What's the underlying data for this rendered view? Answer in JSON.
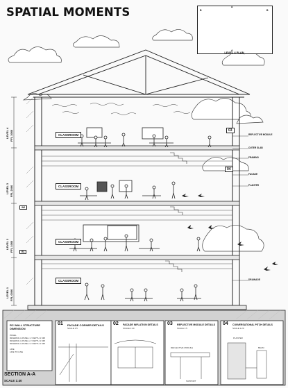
{
  "title": "SPATIAL MOMENTS",
  "key_plan": {
    "label": "LEVEL 4 PLAN",
    "marks": [
      "B",
      "A",
      "A",
      "B"
    ]
  },
  "levels": [
    {
      "id": "level-4",
      "label": "LEVEL 4",
      "ffl": "FFL 3000"
    },
    {
      "id": "level-3",
      "label": "LEVEL 3",
      "ffl": "FFL 2000"
    },
    {
      "id": "level-2",
      "label": "LEVEL 2",
      "ffl": "FFL 1000"
    },
    {
      "id": "level-1",
      "label": "LEVEL 1",
      "ffl": "FFL 0000"
    }
  ],
  "datum_tags": [
    "W2",
    "R1"
  ],
  "classroom_label": "CLASSROOM",
  "callouts": [
    {
      "num": "03",
      "label": "REFLECTIVE MODULE"
    },
    {
      "num": "04",
      "label": "OUTER SLAB"
    },
    {
      "label": "FRAMING"
    },
    {
      "label": "FACADE"
    },
    {
      "label": "PLANTER"
    },
    {
      "label": "DRAINAGE"
    }
  ],
  "section": {
    "title": "SECTION A-A",
    "scale": "SCALE 1:40"
  },
  "legend": {
    "title": "RC WALL STRUCTURE DIMENSION",
    "lines": [
      "PANEL",
      "RESERVE & PANEL 1 / DEPTH 1 MM",
      "RESERVE & PANEL 2 / DEPTH 1 MM",
      "RESERVE & PANEL 3 / DEPTH 1 MM",
      "LINE",
      "LINE TO LINE"
    ]
  },
  "details": [
    {
      "num": "01",
      "title": "FACADE CORNER DETAILS",
      "scale": "SCALE 1:5"
    },
    {
      "num": "02",
      "title": "FACADE INFLATION DETAILS",
      "scale": "SCALE 1:20"
    },
    {
      "num": "03",
      "title": "REFLECTIVE MODULE DETAILS",
      "scale": "SCALE 1:5"
    },
    {
      "num": "04",
      "title": "CONVERSATIONAL PITCH DETAILS",
      "scale": "SCALE 1:20"
    }
  ],
  "detail_03_tags": [
    "REFLECTIVE MODULE",
    "SUPPORT"
  ],
  "detail_04_tags": [
    "PLANTER",
    "BEAM"
  ]
}
